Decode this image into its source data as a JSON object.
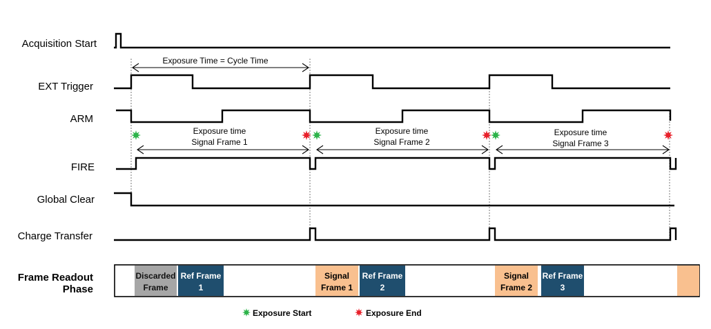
{
  "signals": {
    "acquisition_start": "Acquisition Start",
    "ext_trigger": "EXT Trigger",
    "arm": "ARM",
    "fire": "FIRE",
    "global_clear": "Global Clear",
    "charge_transfer": "Charge Transfer"
  },
  "readout_label": {
    "line1": "Frame Readout",
    "line2": "Phase"
  },
  "cycle_annotation": "Exposure Time = Cycle Time",
  "exposure_annotations": [
    {
      "line1": "Exposure time",
      "line2": "Signal Frame 1"
    },
    {
      "line1": "Exposure time",
      "line2": "Signal Frame 2"
    },
    {
      "line1": "Exposure time",
      "line2": "Signal Frame 3"
    }
  ],
  "readout_boxes": [
    {
      "line1": "Discarded",
      "line2": "Frame",
      "kind": "discarded"
    },
    {
      "line1": "Ref Frame",
      "line2": "1",
      "kind": "ref"
    },
    {
      "line1": "Signal",
      "line2": "Frame 1",
      "kind": "signal"
    },
    {
      "line1": "Ref Frame",
      "line2": "2",
      "kind": "ref"
    },
    {
      "line1": "Signal",
      "line2": "Frame 2",
      "kind": "signal"
    },
    {
      "line1": "Ref Frame",
      "line2": "3",
      "kind": "ref"
    },
    {
      "line1": "",
      "line2": "",
      "kind": "signal"
    }
  ],
  "legend": {
    "start": "Exposure Start",
    "end": "Exposure End"
  },
  "colors": {
    "exposure_start": "#2db34a",
    "exposure_end": "#e8202a",
    "discarded_fill": "#a6a6a6",
    "ref_fill": "#1f4e6e",
    "signal_fill": "#f9c08f"
  }
}
